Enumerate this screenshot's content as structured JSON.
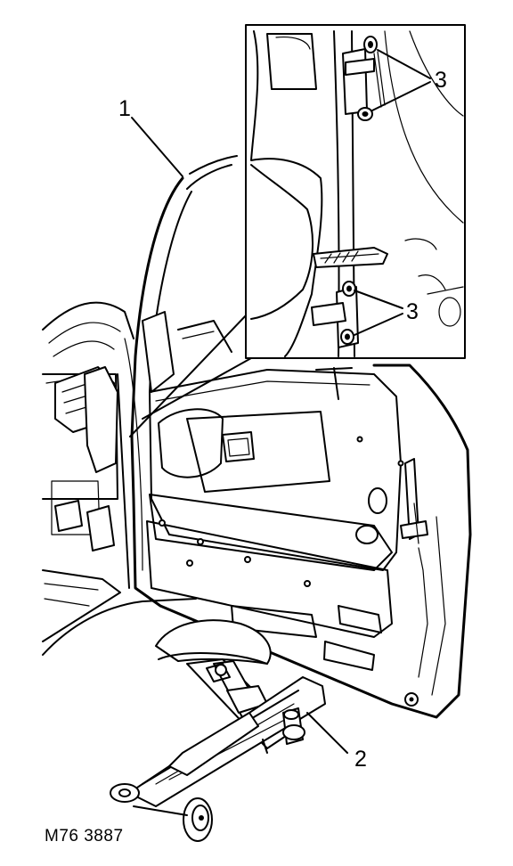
{
  "callouts": {
    "door": "1",
    "jack": "2",
    "hinge_bolts_upper": "3",
    "hinge_bolts_lower": "3"
  },
  "reference_code": "M76 3887"
}
